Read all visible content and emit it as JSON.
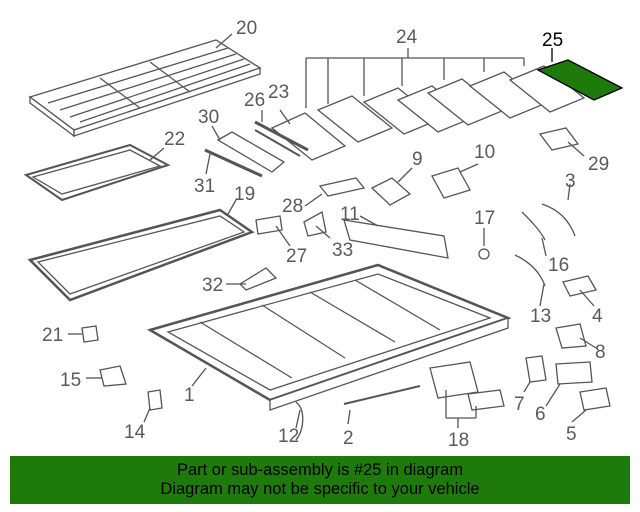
{
  "part_labels": [
    "20",
    "24",
    "25",
    "26",
    "23",
    "30",
    "22",
    "9",
    "10",
    "29",
    "31",
    "19",
    "28",
    "3",
    "11",
    "17",
    "27",
    "33",
    "32",
    "16",
    "21",
    "13",
    "4",
    "8",
    "15",
    "1",
    "7",
    "6",
    "14",
    "12",
    "2",
    "18",
    "5"
  ],
  "highlighted_part": "25",
  "colors": {
    "banner": "#1f7a0c",
    "highlight_fill": "#1f7a0c",
    "line": "#555555"
  },
  "banner": {
    "line1": "Part or sub-assembly is #25 in diagram",
    "line2": "Diagram may not be specific to your vehicle"
  }
}
